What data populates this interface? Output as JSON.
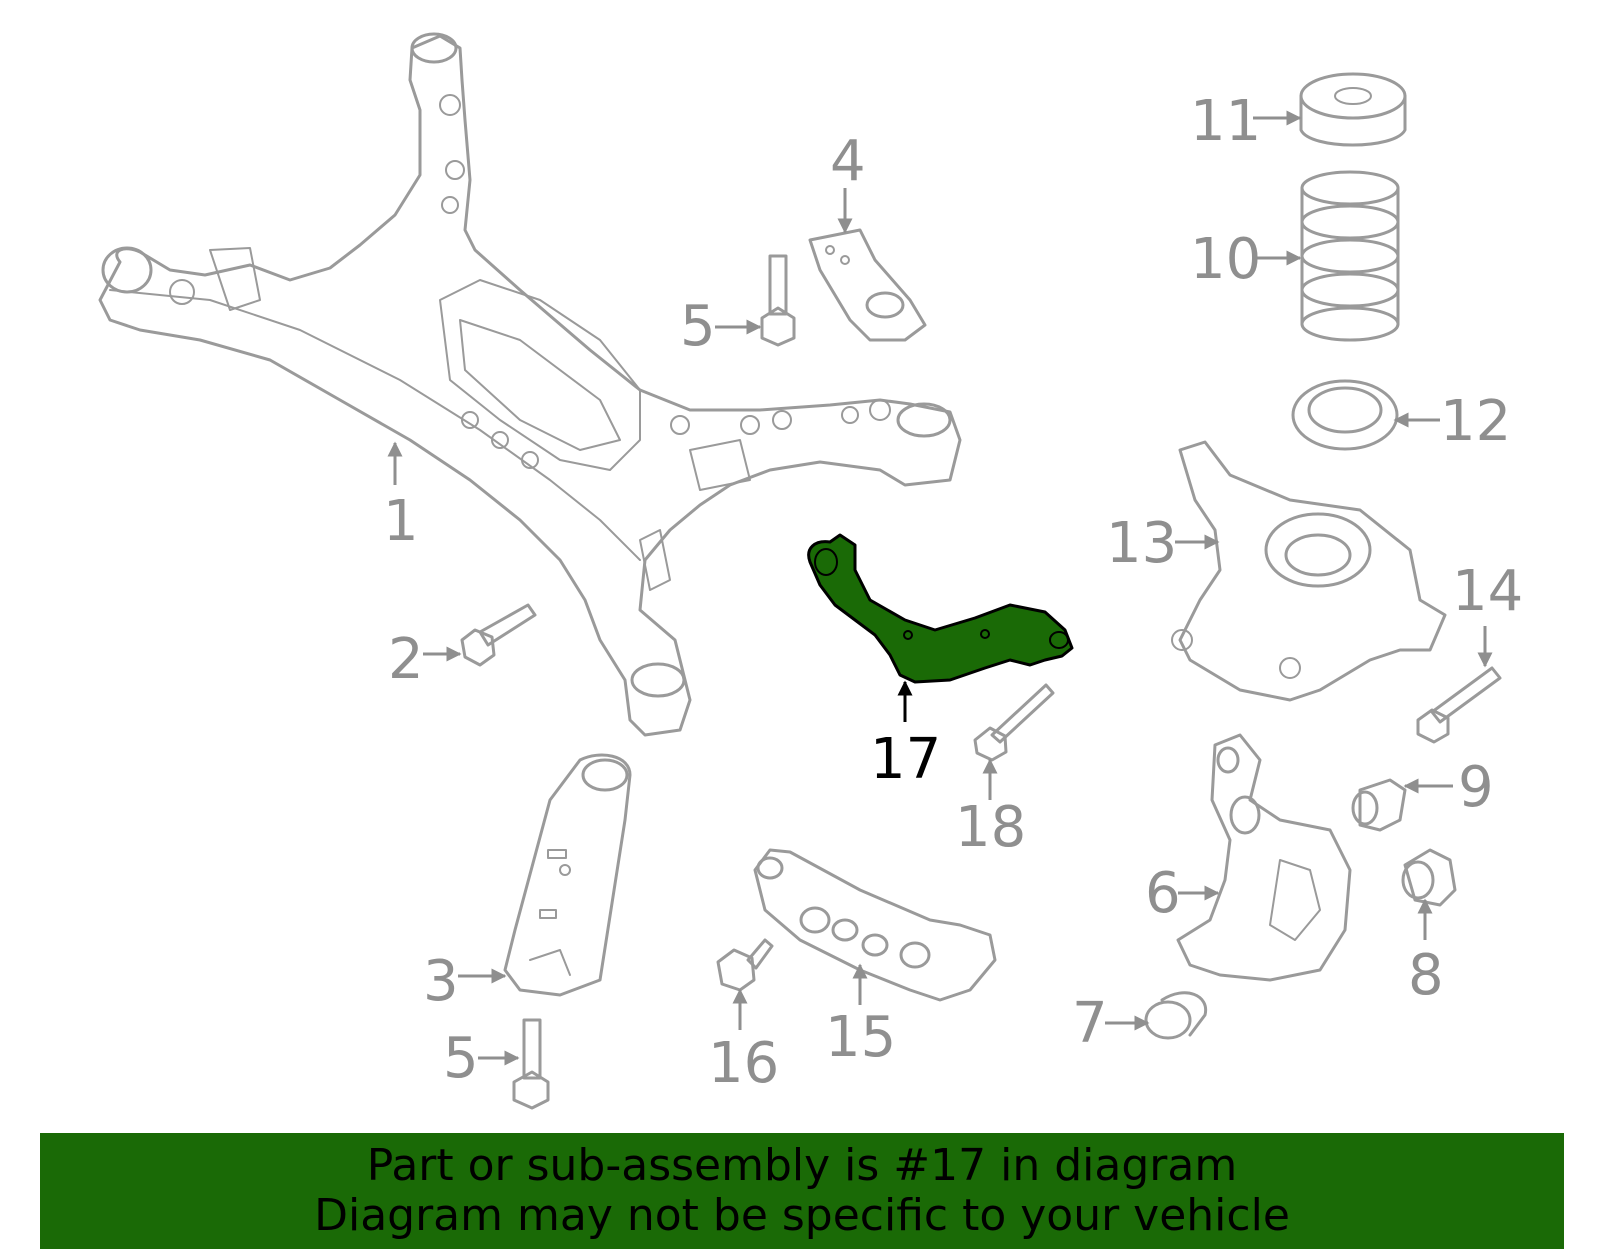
{
  "colors": {
    "highlight_fill": "#1a6a06",
    "line_gray": "#9a9a9a",
    "label_gray": "#8f8f8f",
    "banner_bg": "#1a6a06"
  },
  "callouts": {
    "c1": "1",
    "c2": "2",
    "c3": "3",
    "c4": "4",
    "c5a": "5",
    "c5b": "5",
    "c6": "6",
    "c7": "7",
    "c8": "8",
    "c9": "9",
    "c10": "10",
    "c11": "11",
    "c12": "12",
    "c13": "13",
    "c14": "14",
    "c15": "15",
    "c16": "16",
    "c17": "17",
    "c18": "18"
  },
  "banner": {
    "line1": "Part or sub-assembly is #17 in diagram",
    "line2": "Diagram may not be specific to your vehicle"
  }
}
